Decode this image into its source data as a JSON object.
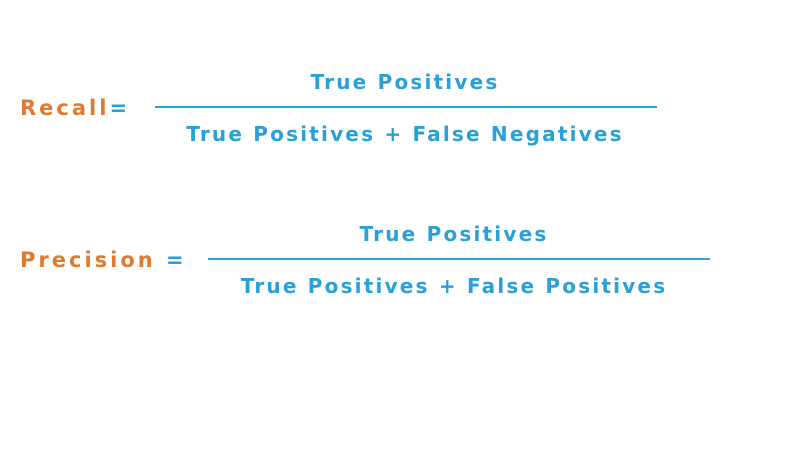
{
  "recall": {
    "name": "Recall",
    "equals": "=",
    "numerator": "True Positives",
    "denominator": "True Positives + False Negatives"
  },
  "precision": {
    "name": "Precision",
    "equals": "=",
    "numerator": "True Positives",
    "denominator": "True Positives + False Positives"
  },
  "colors": {
    "term": "#e07a2e",
    "formula": "#2a9fd8",
    "background": "#ffffff"
  }
}
